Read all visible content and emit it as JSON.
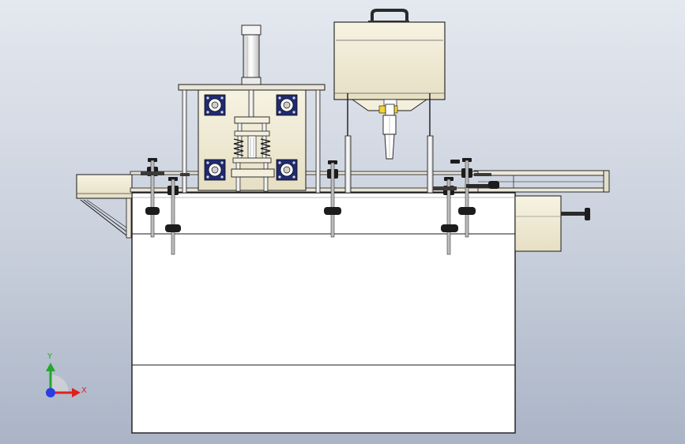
{
  "scene": {
    "view": "front",
    "colors": {
      "background_top": "#e4e8ef",
      "background_bottom": "#aab4c6",
      "body_panel": "#ffffff",
      "cream_parts": "#f1ecd6",
      "edge_lines": "#1a1a1a",
      "rail": "#e9e5d8",
      "knob": "#1c1c1c",
      "servo_blue": "#1f2b73",
      "nozzle_collar": "#f2d33a"
    }
  },
  "triad": {
    "x_label": "X",
    "y_label": "Y",
    "x_color": "#e02020",
    "y_color": "#22a82a",
    "z_color": "#2a3de0"
  }
}
